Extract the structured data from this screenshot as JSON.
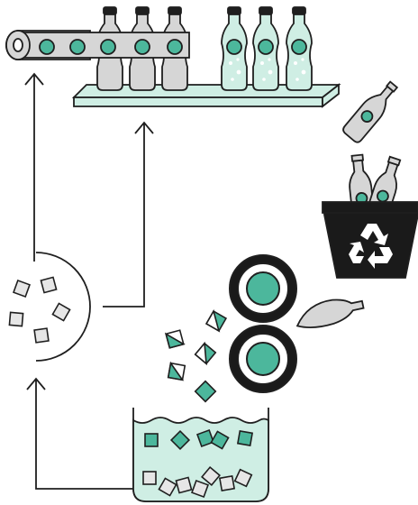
{
  "colors": {
    "outline": "#1f1f1f",
    "teal": "#4cb79c",
    "mint": "#cfeee4",
    "mint_light": "#dff3ec",
    "grey": "#d6d6d6",
    "grey_light": "#e6e6e6",
    "bin": "#1a1a1a",
    "white": "#ffffff"
  },
  "icons": [
    "label-roll-icon",
    "conveyor-belt-icon",
    "glass-bottle-icon",
    "recycling-bin-icon",
    "recycle-symbol-icon",
    "crusher-rollers-icon",
    "washing-tank-icon",
    "arrow-icon"
  ],
  "process": {
    "steps": [
      {
        "id": "bottling-line",
        "icon": "conveyor-belt-icon",
        "bottle_count": 6
      },
      {
        "id": "used-bottle",
        "icon": "glass-bottle-icon"
      },
      {
        "id": "recycling-bin",
        "icon": "recycling-bin-icon",
        "bottle_count": 2
      },
      {
        "id": "crushing",
        "icon": "crusher-rollers-icon",
        "roller_count": 2
      },
      {
        "id": "cullet-fragments",
        "icon": "glass-fragment-icon"
      },
      {
        "id": "washing-tank",
        "icon": "washing-tank-icon"
      },
      {
        "id": "clean-cullet",
        "icon": "glass-fragment-icon"
      }
    ]
  }
}
